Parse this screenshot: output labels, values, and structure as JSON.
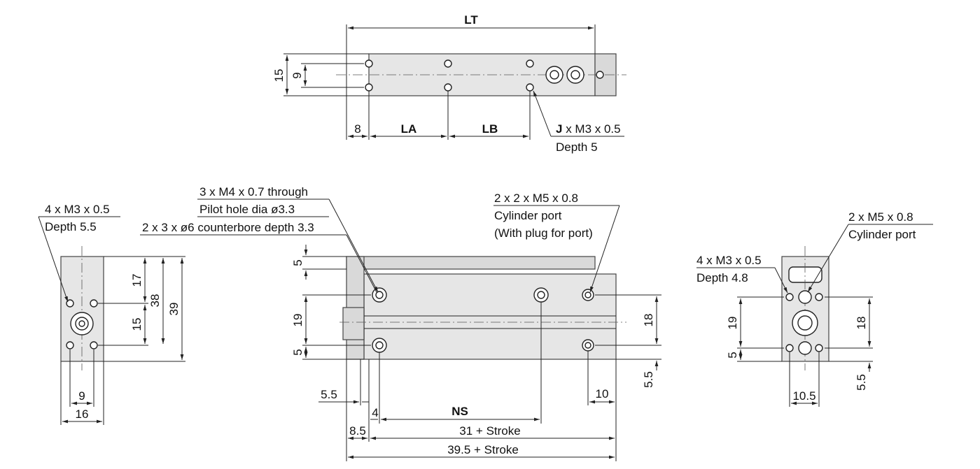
{
  "top_view": {
    "lt": "LT",
    "d15": "15",
    "d9": "9",
    "d8": "8",
    "la": "LA",
    "lb": "LB",
    "j_bold": "J",
    "j_rest": " x M3 x 0.5",
    "j_depth": "Depth 5"
  },
  "left_view": {
    "callout1": "4 x M3 x 0.5",
    "callout2": "Depth 5.5",
    "d17": "17",
    "d15": "15",
    "d38": "38",
    "d39": "39",
    "d9": "9",
    "d16": "16"
  },
  "front_view": {
    "callout_a1": "3 x M4 x 0.7 through",
    "callout_a2": "Pilot hole dia ø3.3",
    "callout_a3": "2 x 3 x ø6 counterbore depth 3.3",
    "callout_b1": "2 x 2 x M5 x 0.8",
    "callout_b2": "Cylinder port",
    "callout_b3": "(With plug for port)",
    "d5_top": "5",
    "d19": "19",
    "d5_bot": "5",
    "d18": "18",
    "d55_right": "5.5",
    "d55_left": "5.5",
    "d4": "4",
    "ns": "NS",
    "d10": "10",
    "d85": "8.5",
    "d31": "31 + Stroke",
    "d395": "39.5 + Stroke"
  },
  "right_view": {
    "callout_p1": "2 x M5 x 0.8",
    "callout_p2": "Cylinder port",
    "callout_m1": "4 x M3 x 0.5",
    "callout_m2": "Depth 4.8",
    "d19": "19",
    "d5": "5",
    "d18": "18",
    "d55": "5.5",
    "d105": "10.5"
  }
}
